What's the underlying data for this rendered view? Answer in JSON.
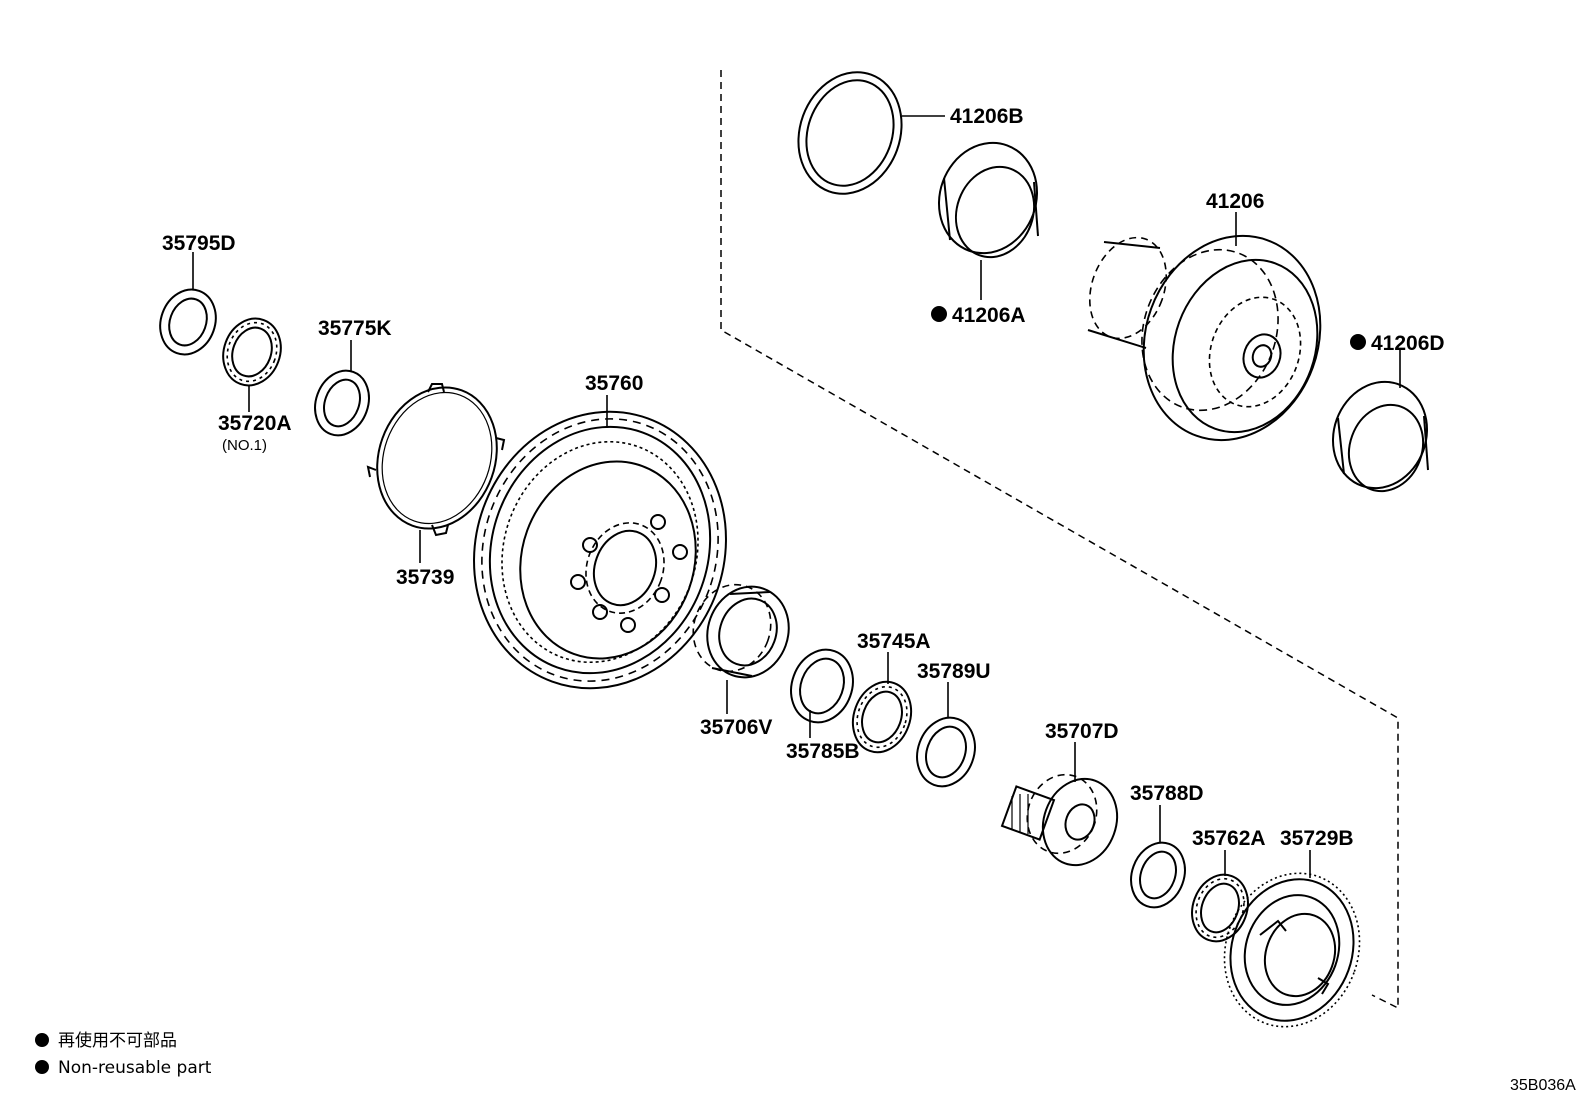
{
  "parts": [
    {
      "key": "p35795D",
      "label": "35795D"
    },
    {
      "key": "p35720A",
      "label": "35720A",
      "sub": "(NO.1)"
    },
    {
      "key": "p35775K",
      "label": "35775K"
    },
    {
      "key": "p35739",
      "label": "35739"
    },
    {
      "key": "p35760",
      "label": "35760"
    },
    {
      "key": "p35706V",
      "label": "35706V"
    },
    {
      "key": "p35785B",
      "label": "35785B"
    },
    {
      "key": "p35745A",
      "label": "35745A"
    },
    {
      "key": "p35789U",
      "label": "35789U"
    },
    {
      "key": "p35707D",
      "label": "35707D"
    },
    {
      "key": "p35788D",
      "label": "35788D"
    },
    {
      "key": "p35762A",
      "label": "35762A"
    },
    {
      "key": "p35729B",
      "label": "35729B"
    },
    {
      "key": "p41206B",
      "label": "41206B"
    },
    {
      "key": "p41206A",
      "label": "41206A",
      "nonReusable": true
    },
    {
      "key": "p41206",
      "label": "41206"
    },
    {
      "key": "p41206D",
      "label": "41206D",
      "nonReusable": true
    }
  ],
  "legend": {
    "japanese": "再使用不可部品",
    "english": "Non-reusable part"
  },
  "diagram_code": "35B036A"
}
